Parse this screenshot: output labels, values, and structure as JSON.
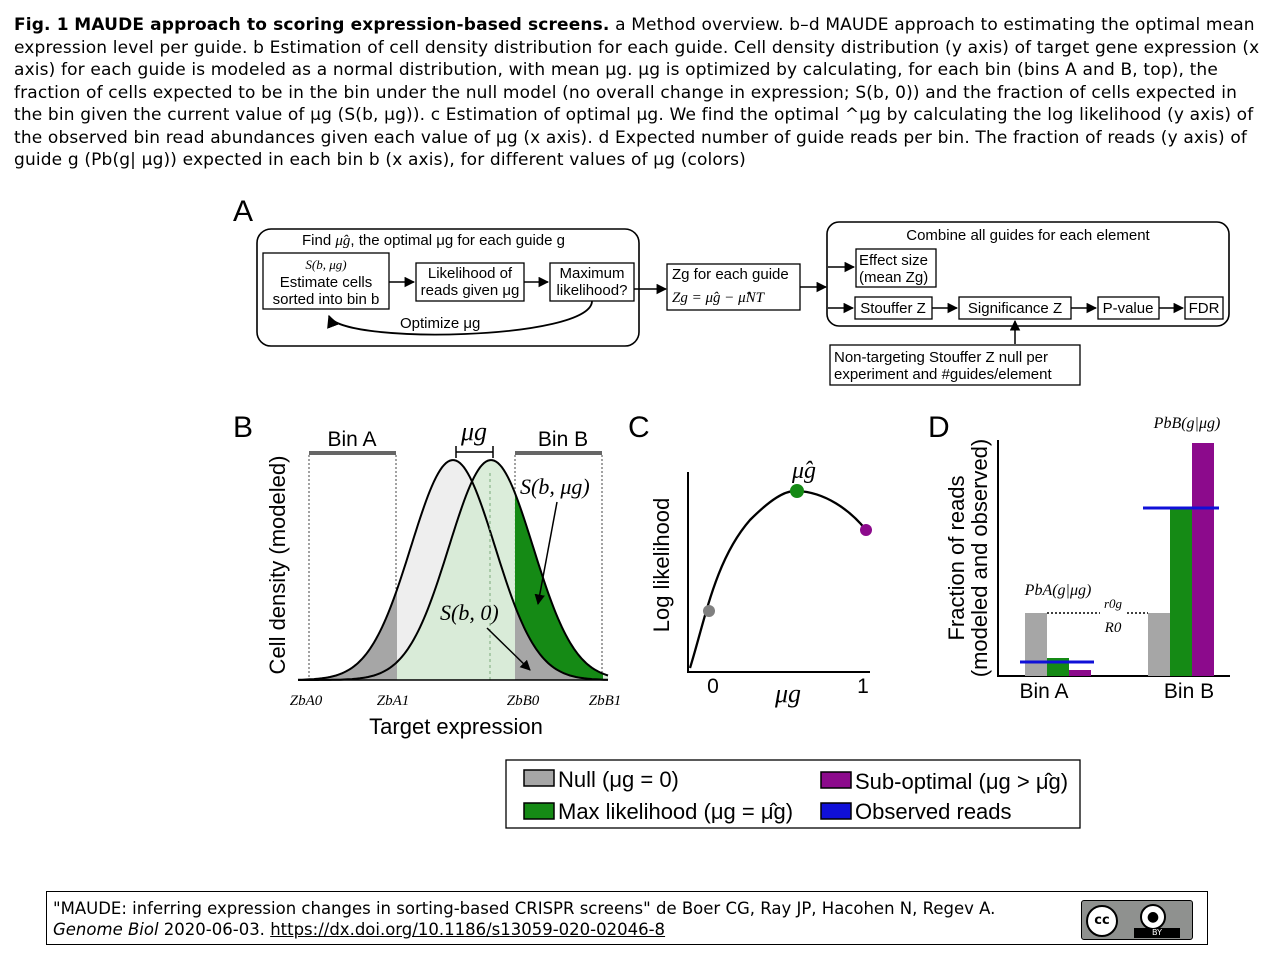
{
  "caption": {
    "fig_label": "Fig. 1",
    "fig_title": "MAUDE approach to scoring expression-based screens.",
    "body": "a Method overview. b–d MAUDE approach to estimating the optimal mean expression level per guide. b Estimation of cell density distribution for each guide. Cell density distribution (y axis) of target gene expression (x axis) for each guide is modeled as a normal distribution, with mean μg. μg is optimized by calculating, for each bin (bins A and B, top), the fraction of cells expected to be in the bin under the null model (no overall change in expression; S(b, 0)) and the fraction of cells expected in the bin given the current value of μg (S(b, μg)). c Estimation of optimal μg. We find the optimal ^μg by calculating the log likelihood (y axis) of the observed bin read abundances given each value of μg (x axis). d Expected number of guide reads per bin. The fraction of reads (y axis) of guide g (Pb(g| μg)) expected in each bin b (x axis), for different values of μg (colors)"
  },
  "panel_a": {
    "label": "A",
    "optimize_box_title_pre": "Find",
    "optimize_box_title_hat": "μ̂g",
    "optimize_box_title_post": ", the optimal μg for each guide g",
    "estimate_eq": "S(b, μg)",
    "estimate_l1": "Estimate cells",
    "estimate_l2": "sorted into bin b",
    "likelihood_l1": "Likelihood of",
    "likelihood_l2": "reads given μg",
    "maxlik_l1": "Maximum",
    "maxlik_l2": "likelihood?",
    "optimize_label": "Optimize μg",
    "zg_l1": "Zg for each guide",
    "zg_l2": "Zg = μ̂g − μ̂NT",
    "combine_title": "Combine all guides for each element",
    "effect_l1": "Effect size",
    "effect_l2": "(mean Zg)",
    "stouffer": "Stouffer Z",
    "significance": "Significance Z",
    "pvalue": "P-value",
    "fdr": "FDR",
    "null_l1": "Non-targeting Stouffer Z null per",
    "null_l2": "experiment and #guides/element"
  },
  "panel_b": {
    "label": "B",
    "bin_a": "Bin A",
    "bin_b": "Bin B",
    "mu_label": "μg",
    "s_mu_label": "S(b, μg)",
    "s0_label": "S(b, 0)",
    "ylabel": "Cell density (modeled)",
    "xlabel": "Target expression",
    "ticks": [
      "ZbA0",
      "ZbA1",
      "ZbB0",
      "ZbB1"
    ]
  },
  "panel_c": {
    "label": "C",
    "ylabel": "Log likelihood",
    "xlabel": "μg",
    "opt_label": "μ̂g",
    "x0": "0",
    "x1": "1"
  },
  "panel_d": {
    "label": "D",
    "ylabel_l1": "Fraction of reads",
    "ylabel_l2": "(modeled and observed)",
    "pba": "PbA(g|μg)",
    "pbb": "PbB(g|μg)",
    "ratio_num": "r0g",
    "ratio_den": "R0",
    "bin_a": "Bin A",
    "bin_b": "Bin B"
  },
  "legend": {
    "null": "Null (μg = 0)",
    "suboptimal": "Sub-optimal (μg > μ̂g)",
    "maxlik": "Max likelihood (μg = μ̂g)",
    "observed": "Observed reads"
  },
  "colors": {
    "null": "#a6a6a6",
    "maxlik": "#158a15",
    "suboptimal": "#8c0a8c",
    "observed": "#1010d8",
    "light_green": "#d5ead3"
  },
  "citation": {
    "title": "\"MAUDE: inferring expression changes in sorting-based CRISPR screens\" de Boer CG, Ray JP, Hacohen N, Regev A.",
    "journal": "Genome Biol",
    "date": "2020-06-03.",
    "doi": "https://dx.doi.org/10.1186/s13059-020-02046-8",
    "license_cc": "cc",
    "license_by": "BY"
  }
}
